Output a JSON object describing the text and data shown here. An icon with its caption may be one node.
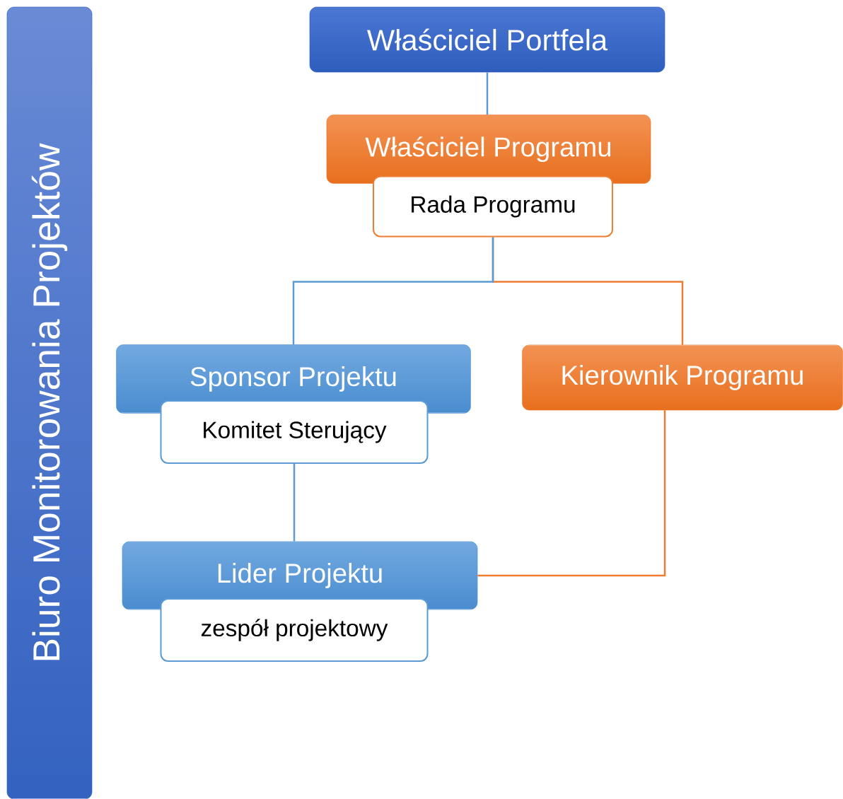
{
  "diagram": {
    "nodes": [
      {
        "text": [
          "Biuro Monitorowania Projektów"
        ]
      },
      {
        "text": [
          "Właściciel Portfela"
        ]
      },
      {
        "text": [
          "Właściciel Programu"
        ]
      },
      {
        "text": [
          "Rada Programu"
        ]
      },
      {
        "text": [
          "Sponsor Projektu"
        ]
      },
      {
        "text": [
          "Komitet Sterujący"
        ]
      },
      {
        "text": [
          "Kierownik Programu"
        ]
      },
      {
        "text": [
          "Lider Projektu"
        ]
      },
      {
        "text": [
          "zespół projektowy"
        ]
      }
    ],
    "edges": [
      {
        "from": 1,
        "to": 2,
        "arrow": "none"
      },
      {
        "from": 3,
        "to": 6,
        "arrow": "none",
        "color": "#ed7d31"
      },
      {
        "from": 3,
        "to": 4,
        "arrow": "none"
      },
      {
        "from": 5,
        "to": 7,
        "arrow": "none"
      },
      {
        "from": 6,
        "to": 7,
        "arrow": "none",
        "color": "#ed7d31"
      }
    ]
  }
}
